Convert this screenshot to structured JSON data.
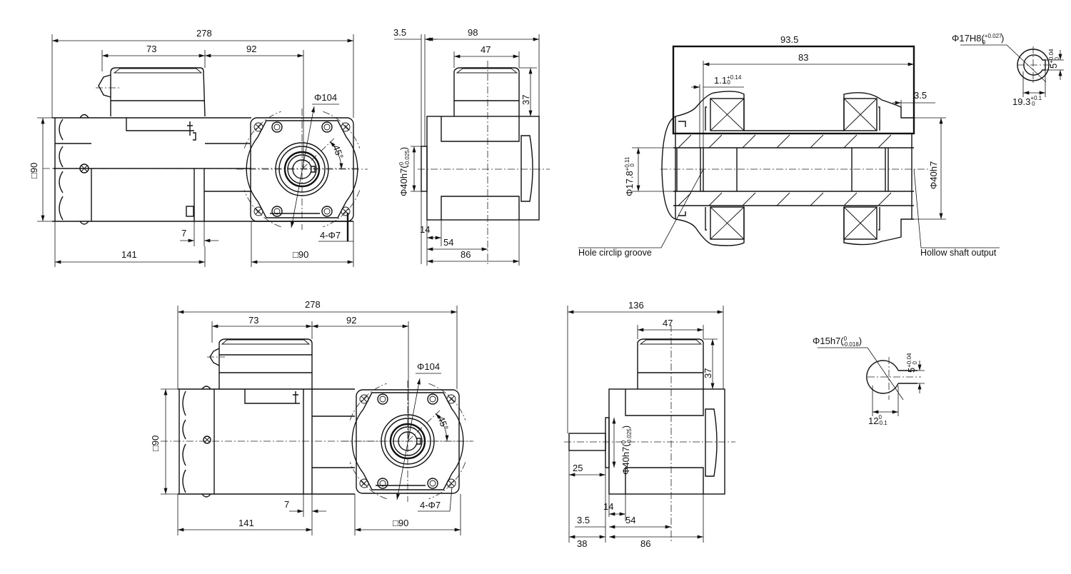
{
  "side_view_upper": {
    "overall_length": "278",
    "terminal_box_width": "73",
    "box_to_center": "92",
    "bolt_circle": "Φ104",
    "angle": "45°",
    "height": "□90",
    "gap": "7",
    "motor_length": "141",
    "flange_square": "□90",
    "mounting_holes": "4-Φ7"
  },
  "end_view_upper": {
    "setback": "3.5",
    "overall_depth": "98",
    "box_width": "47",
    "box_height": "37",
    "pilot": "Φ40h7(",
    "pilot_tol_upper": "0",
    "pilot_tol_lower": "-0.025",
    "pilot_close": ")",
    "flange_thickness": "14",
    "to_center": "54",
    "body_depth": "86"
  },
  "section_view": {
    "housing_length": "93.5",
    "bearing_span": "83",
    "groove_width": "1.1",
    "groove_tol_upper": "+0.14",
    "groove_tol_lower": "0",
    "end_offset": "3.5",
    "bore": "Φ17.8",
    "bore_tol_upper": "+0.11",
    "bore_tol_lower": "0",
    "pilot": "Φ40h7",
    "label_circlip": "Hole circlip groove",
    "label_hollow_shaft": "Hollow shaft output"
  },
  "hollow_keyway": {
    "bore": "Φ17H8(",
    "bore_tol_upper": "+0.027",
    "bore_tol_lower": "0",
    "bore_close": ")",
    "key_width": "5",
    "key_tol_upper": "+0.04",
    "key_tol_lower": "0",
    "key_depth": "19.3",
    "depth_tol_upper": "+0.1",
    "depth_tol_lower": "0"
  },
  "side_view_lower": {
    "overall_length": "278",
    "terminal_box_width": "73",
    "box_to_center": "92",
    "bolt_circle": "Φ104",
    "angle": "45°",
    "height": "□90",
    "gap": "7",
    "motor_length": "141",
    "flange_square": "□90",
    "mounting_holes": "4-Φ7"
  },
  "end_view_lower": {
    "overall_depth": "136",
    "box_width": "47",
    "box_height": "37",
    "pilot": "Φ40h7(",
    "pilot_tol_upper": "0",
    "pilot_tol_lower": "-0.025",
    "pilot_close": ")",
    "shaft_length": "25",
    "flange_thickness": "14",
    "to_center": "54",
    "setback": "3.5",
    "shaft_extension": "38",
    "body_depth": "86"
  },
  "solid_keyway": {
    "shaft": "Φ15h7(",
    "shaft_tol_upper": "0",
    "shaft_tol_lower": "-0.018",
    "shaft_close": ")",
    "key_width": "5",
    "key_tol_upper": "+0.04",
    "key_tol_lower": "0",
    "flat_depth": "12",
    "flat_tol_upper": "0",
    "flat_tol_lower": "-0.1"
  }
}
